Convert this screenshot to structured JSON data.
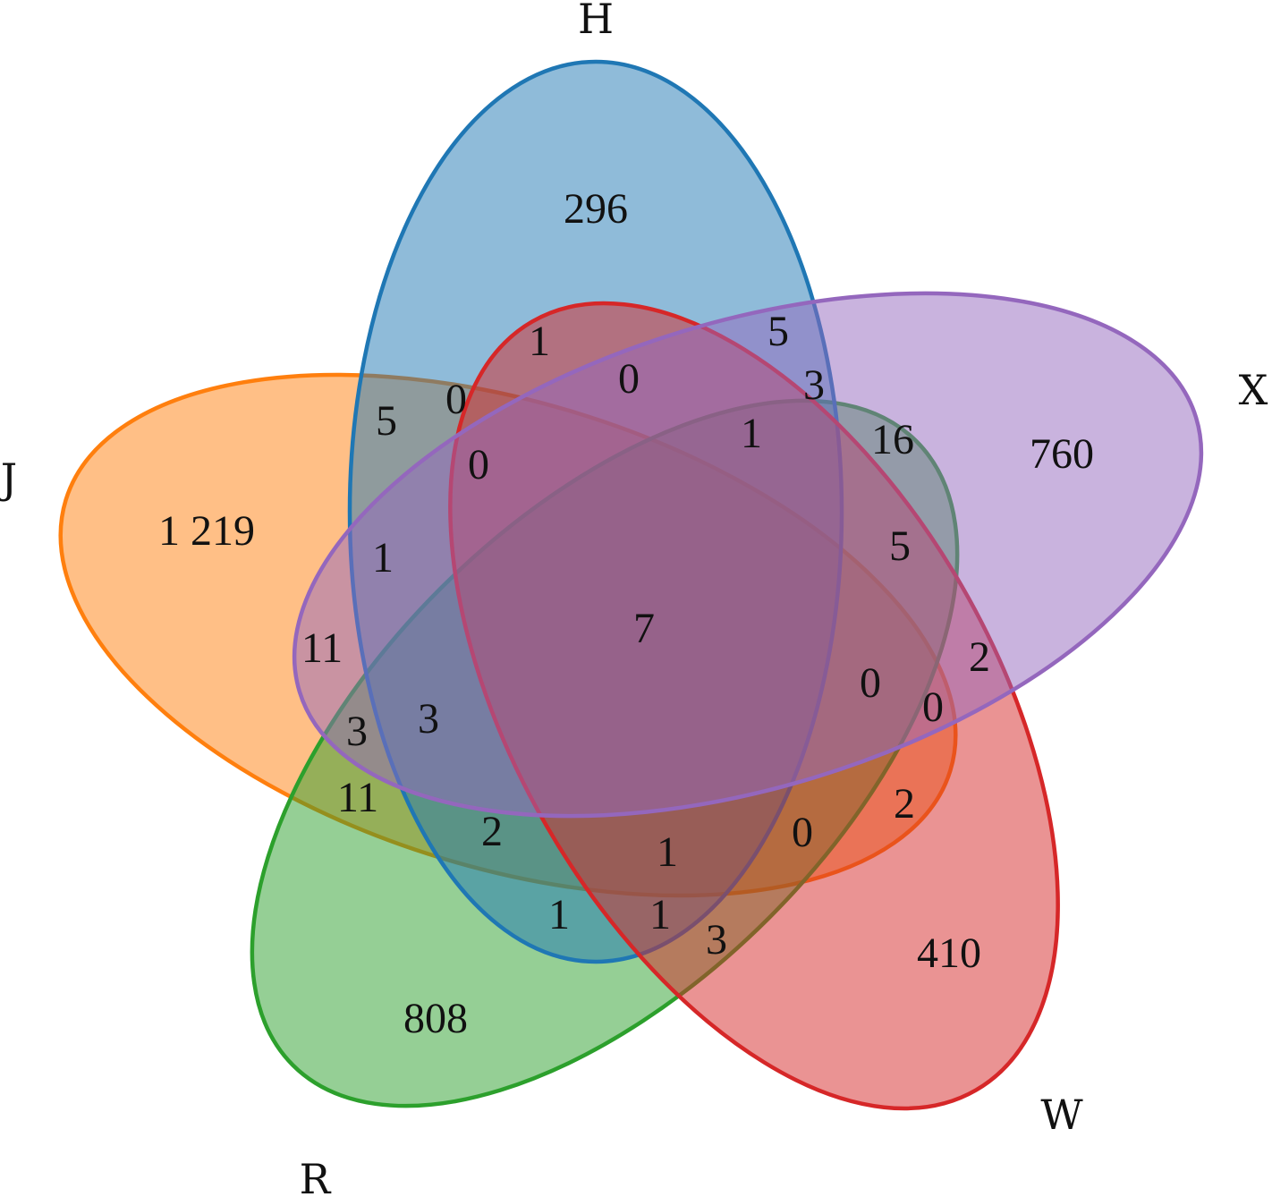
{
  "sets": [
    {
      "name": "H",
      "fill": "#1f77b4",
      "stroke": "#1f77b4"
    },
    {
      "name": "X",
      "fill": "#9467bd",
      "stroke": "#9467bd"
    },
    {
      "name": "W",
      "fill": "#d62728",
      "stroke": "#d62728"
    },
    {
      "name": "R",
      "fill": "#2ca02c",
      "stroke": "#2ca02c"
    },
    {
      "name": "J",
      "fill": "#ff7f0e",
      "stroke": "#ff7f0e"
    }
  ],
  "regions": [
    {
      "id": "H-only",
      "value": "296"
    },
    {
      "id": "X-only",
      "value": "760"
    },
    {
      "id": "W-only",
      "value": "410"
    },
    {
      "id": "R-only",
      "value": "808"
    },
    {
      "id": "J-only",
      "value": "1 219"
    },
    {
      "id": "all",
      "value": "7"
    },
    {
      "id": "r01",
      "value": "1"
    },
    {
      "id": "r02",
      "value": "5"
    },
    {
      "id": "r03",
      "value": "0"
    },
    {
      "id": "r04",
      "value": "3"
    },
    {
      "id": "r05",
      "value": "0"
    },
    {
      "id": "r06",
      "value": "5"
    },
    {
      "id": "r07",
      "value": "1"
    },
    {
      "id": "r08",
      "value": "16"
    },
    {
      "id": "r09",
      "value": "0"
    },
    {
      "id": "r10",
      "value": "1"
    },
    {
      "id": "r11",
      "value": "5"
    },
    {
      "id": "r12",
      "value": "11"
    },
    {
      "id": "r13",
      "value": "2"
    },
    {
      "id": "r14",
      "value": "0"
    },
    {
      "id": "r15",
      "value": "0"
    },
    {
      "id": "r16",
      "value": "3"
    },
    {
      "id": "r17",
      "value": "3"
    },
    {
      "id": "r18",
      "value": "11"
    },
    {
      "id": "r19",
      "value": "2"
    },
    {
      "id": "r20",
      "value": "2"
    },
    {
      "id": "r21",
      "value": "0"
    },
    {
      "id": "r22",
      "value": "1"
    },
    {
      "id": "r23",
      "value": "1"
    },
    {
      "id": "r24",
      "value": "1"
    },
    {
      "id": "r25",
      "value": "3"
    }
  ]
}
